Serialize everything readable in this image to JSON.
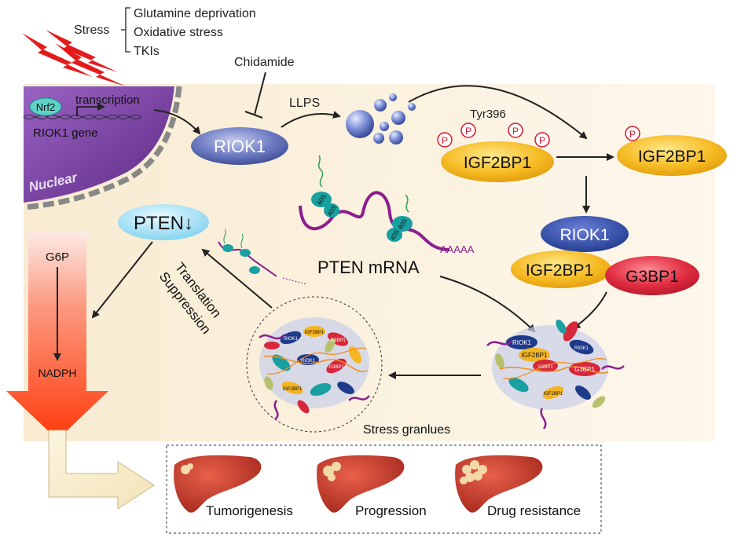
{
  "stress": {
    "label": "Stress",
    "items": [
      "Glutamine deprivation",
      "Oxidative stress",
      "TKIs"
    ]
  },
  "drug": "Chidamide",
  "nucleus": {
    "label": "Nuclear",
    "nrf2": "Nrf2",
    "transcription": "transcription",
    "gene": "RIOK1 gene"
  },
  "riok1": "RIOK1",
  "llps": "LLPS",
  "tyr": "Tyr396",
  "phospho": "P",
  "igf2bp1": "IGF2BP1",
  "igf2bp1_p": "IGF2BP1",
  "complex": {
    "riok1": "RIOK1",
    "igf2bp1": "IGF2BP1",
    "g3bp1": "G3BP1"
  },
  "pten": "PTEN↓",
  "mrna": {
    "label": "PTEN mRNA",
    "polya": "AAAAA",
    "large": "60S",
    "small": "40S"
  },
  "translation": {
    "line1": "Translation",
    "line2": "Suppression"
  },
  "metabolism": {
    "g6p": "G6P",
    "nadph": "NADPH"
  },
  "granule": {
    "label": "Stress granlues",
    "tags": [
      "RIOK1",
      "IGF2BP1",
      "G3BP1",
      "RIOK1",
      "IGF2BP1",
      "G3BP1",
      "RIOK1",
      "G3BP1",
      "IGF2BP1",
      "RIOK1",
      "G3BP1",
      "IGF2BP1"
    ]
  },
  "outcomes": [
    "Tumorigenesis",
    "Progression",
    "Drug resistance"
  ],
  "colors": {
    "cell": "#fbf1dc",
    "nucleus": "#7a3ea0",
    "riok1": "#5c6bb0",
    "igf2bp1": "#f2b31c",
    "g3bp1": "#d8263a",
    "pten": "#8fd8f2",
    "mrna": "#8b1e8e",
    "ribosome": "#1aa0a0",
    "lightning": "#e21a1a",
    "liver": "#c0392b",
    "arrow_top": "#fce7e4",
    "arrow_bottom": "#ff3d10"
  }
}
